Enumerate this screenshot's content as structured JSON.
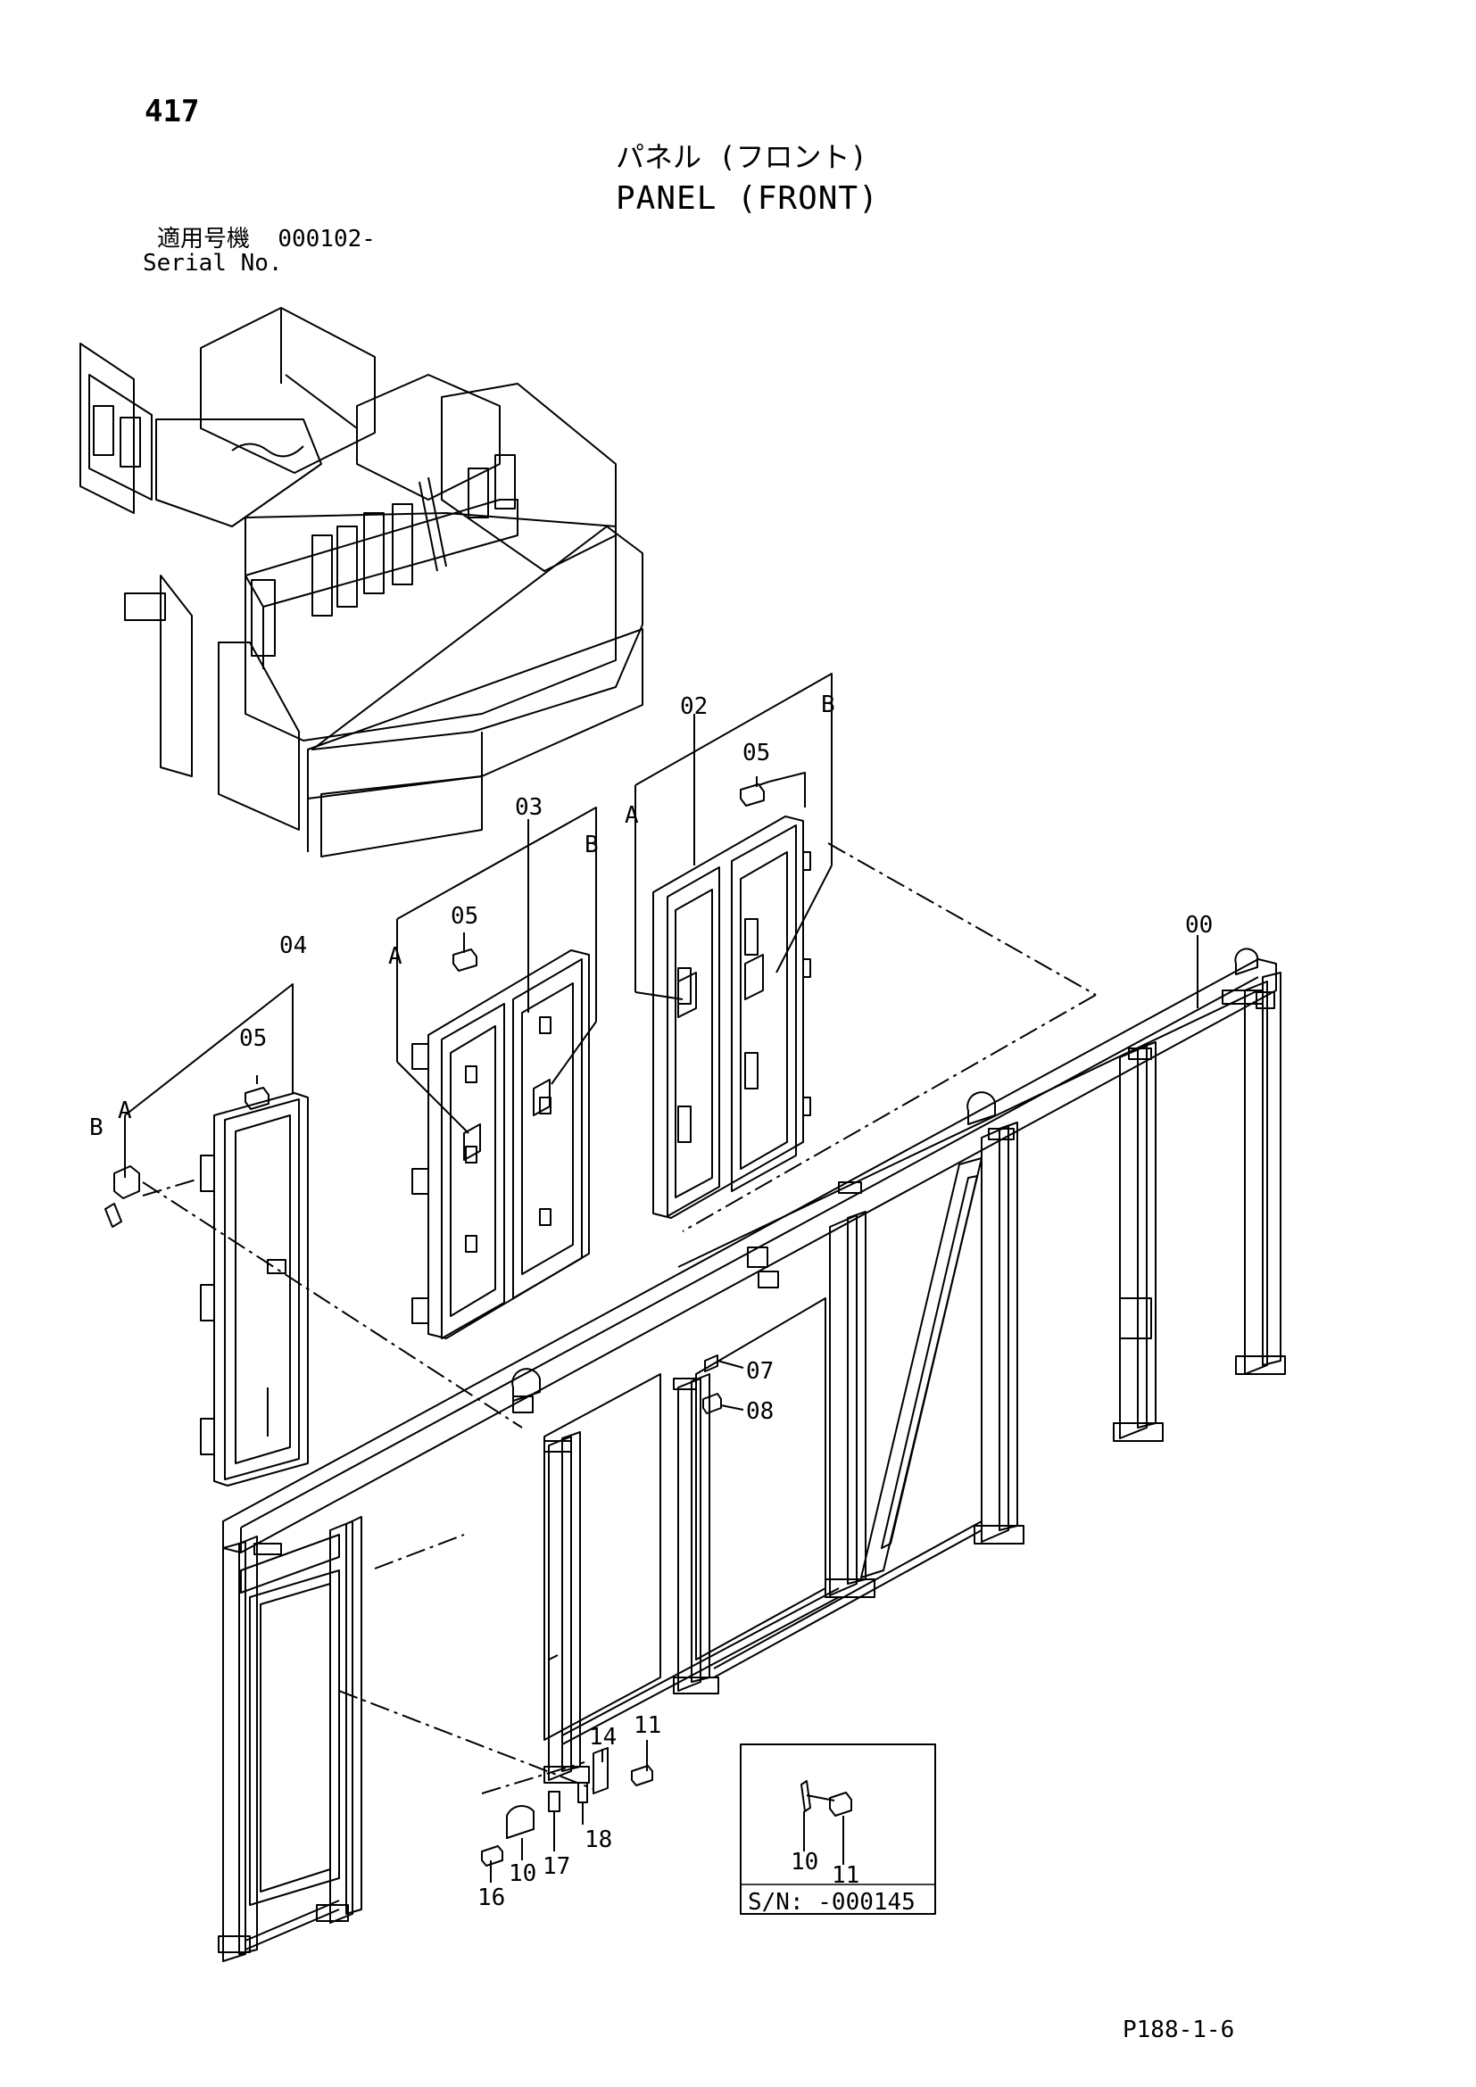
{
  "header": {
    "page_number": "417",
    "title_jp": "パネル (フロント)",
    "title_en": "PANEL (FRONT)",
    "serial_label_jp": "適用号機",
    "serial_value": "000102-",
    "serial_label_en": "Serial No."
  },
  "callouts": {
    "p00": "00",
    "p02": "02",
    "p03": "03",
    "p04": "04",
    "p05a": "05",
    "p05b": "05",
    "p05c": "05",
    "p07": "07",
    "p08": "08",
    "p10": "10",
    "p11": "11",
    "p14": "14",
    "p16": "16",
    "p17": "17",
    "p18": "18",
    "refA1": "A",
    "refA2": "A",
    "refA3": "A",
    "refB1": "B",
    "refB2": "B",
    "refB3": "B"
  },
  "inset": {
    "p10": "10",
    "p11": "11",
    "serial_note": "S/N: -000145"
  },
  "footer": {
    "doc_code": "P188-1-6"
  }
}
